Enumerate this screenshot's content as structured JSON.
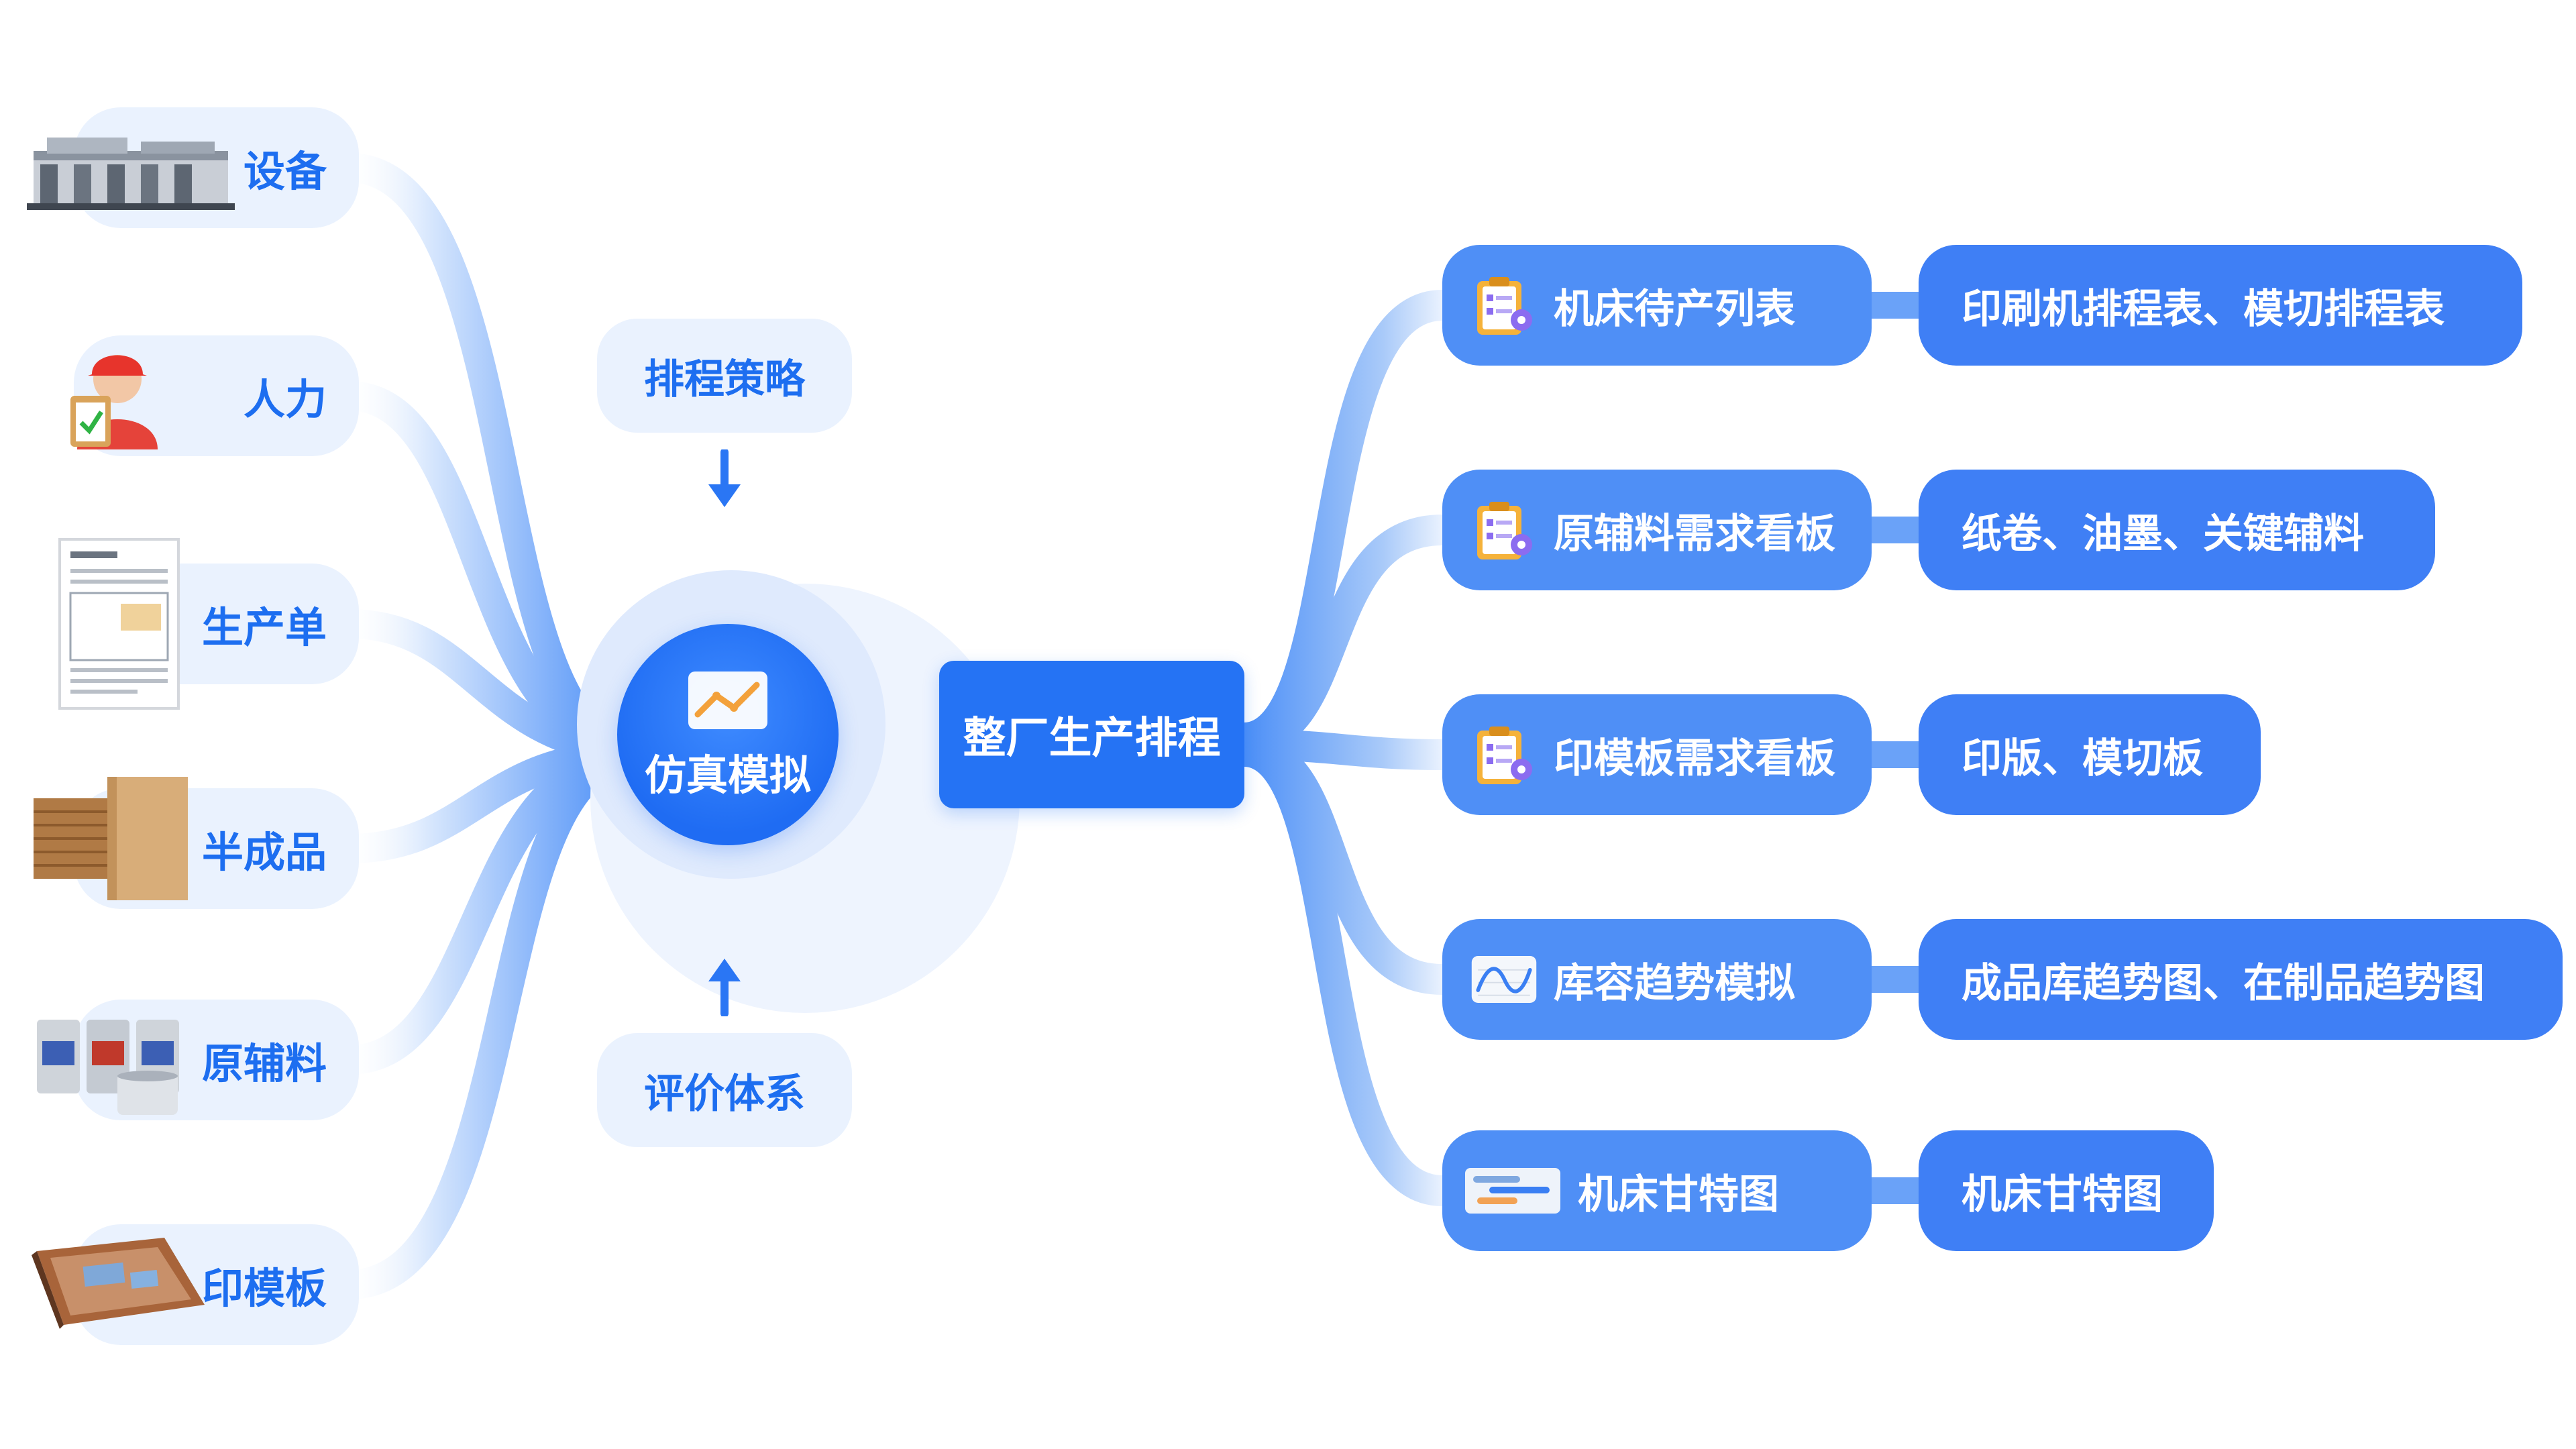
{
  "center": {
    "title": "整厂生产排程"
  },
  "simulation": {
    "title": "仿真模拟",
    "icon": "chart-board-icon"
  },
  "strategy": {
    "label": "排程策略"
  },
  "evaluation": {
    "label": "评价体系"
  },
  "inputs": [
    {
      "label": "设备",
      "icon": "printing-press-icon"
    },
    {
      "label": "人力",
      "icon": "worker-icon"
    },
    {
      "label": "生产单",
      "icon": "order-form-icon"
    },
    {
      "label": "半成品",
      "icon": "cardboard-stack-icon"
    },
    {
      "label": "原辅料",
      "icon": "ink-cans-icon"
    },
    {
      "label": "印模板",
      "icon": "printing-plate-icon"
    }
  ],
  "outputs": [
    {
      "label": "机床待产列表",
      "detail": "印刷机排程表、模切排程表",
      "icon": "clipboard-gear-icon"
    },
    {
      "label": "原辅料需求看板",
      "detail": "纸卷、油墨、关键辅料",
      "icon": "clipboard-gear-icon"
    },
    {
      "label": "印模板需求看板",
      "detail": "印版、模切板",
      "icon": "clipboard-gear-icon"
    },
    {
      "label": "库容趋势模拟",
      "detail": "成品库趋势图、在制品趋势图",
      "icon": "trend-chart-icon"
    },
    {
      "label": "机床甘特图",
      "detail": "机床甘特图",
      "icon": "gantt-chart-icon"
    }
  ],
  "colors": {
    "accent": "#1d6ef0",
    "pill_light": "#eaf2fe",
    "output_pill": "#4f8ff6",
    "detail_pill": "#3f7ff5",
    "center_box": "#2573f4",
    "link": "#7fb0fb"
  }
}
